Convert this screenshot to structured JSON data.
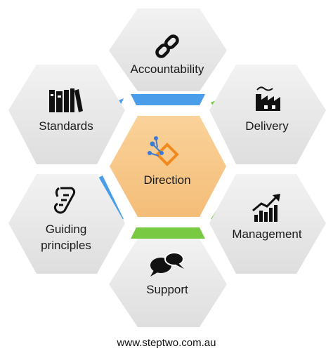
{
  "diagram": {
    "center": {
      "label": "Direction",
      "icon": "diamond-network-icon",
      "color": "#f7c88c"
    },
    "nodes": [
      {
        "id": "accountability",
        "label": "Accountability",
        "icon": "chain-link-icon"
      },
      {
        "id": "delivery",
        "label": "Delivery",
        "icon": "factory-icon"
      },
      {
        "id": "management",
        "label": "Management",
        "icon": "rising-chart-icon"
      },
      {
        "id": "support",
        "label": "Support",
        "icon": "speech-bubbles-icon"
      },
      {
        "id": "guiding",
        "label_line1": "Guiding",
        "label_line2": "principles",
        "icon": "scroll-icon"
      },
      {
        "id": "standards",
        "label": "Standards",
        "icon": "books-icon"
      }
    ],
    "colors": {
      "node_fill": "#e8e8e8",
      "blue_connector": "#4a9de8",
      "green_connector": "#7ac943"
    }
  },
  "footer": {
    "url": "www.steptwo.com.au"
  }
}
